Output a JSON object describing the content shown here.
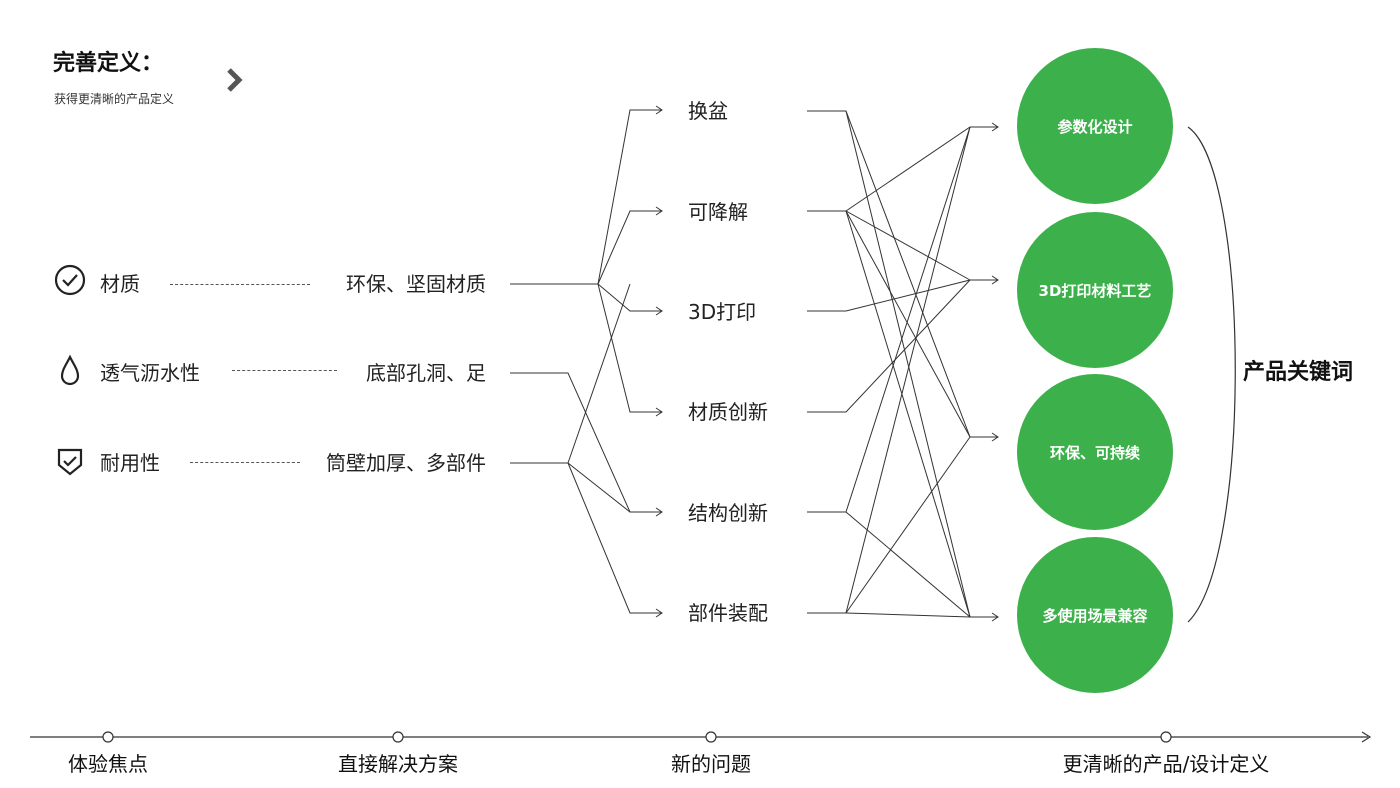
{
  "header": {
    "title": "完善定义：",
    "subtitle": "获得更清晰的产品定义"
  },
  "focus_points": [
    {
      "label": "材质",
      "icon": "check-circle-icon"
    },
    {
      "label": "透气沥水性",
      "icon": "water-drop-icon"
    },
    {
      "label": "耐用性",
      "icon": "shield-check-icon"
    }
  ],
  "solutions": [
    "环保、坚固材质",
    "底部孔洞、足",
    "筒壁加厚、多部件"
  ],
  "problems": [
    "换盆",
    "可降解",
    "3D打印",
    "材质创新",
    "结构创新",
    "部件装配"
  ],
  "keywords": [
    "参数化设计",
    "3D打印材料工艺",
    "环保、可持续",
    "多使用场景兼容"
  ],
  "keywords_label": "产品关键词",
  "timeline": [
    "体验焦点",
    "直接解决方案",
    "新的问题",
    "更清晰的产品/设计定义"
  ],
  "colors": {
    "accent": "#3cb04a",
    "line": "#333333"
  }
}
